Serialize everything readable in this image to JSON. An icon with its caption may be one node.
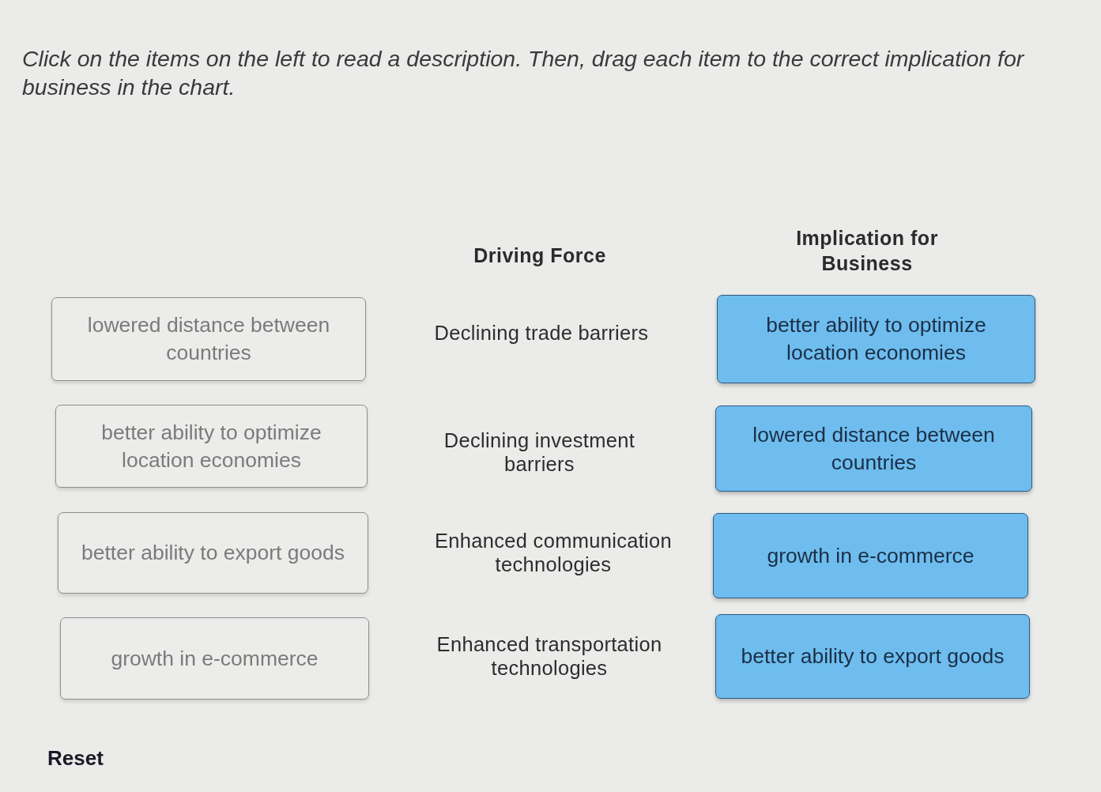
{
  "diagram": {
    "title": "Click on the items on the left to read a description. Then, drag each item to the correct implication for business in the chart.",
    "nodes": [
      {
        "text": [
          "lowered distance between countries"
        ]
      },
      {
        "text": [
          "better ability to optimize location economies"
        ]
      },
      {
        "text": [
          "better ability to optimize location economies"
        ]
      },
      {
        "text": [
          "lowered distance between countries"
        ]
      },
      {
        "text": [
          "better ability to export goods"
        ]
      },
      {
        "text": [
          "growth in e-commerce"
        ]
      },
      {
        "text": [
          "growth in e-commerce"
        ]
      },
      {
        "text": [
          "better ability to export goods"
        ]
      }
    ],
    "labels": [
      "Driving Force",
      "Implication for Business",
      "Declining trade barriers",
      "Declining investment barriers",
      "Enhanced communication technologies",
      "Enhanced transportation technologies",
      "Reset"
    ]
  }
}
